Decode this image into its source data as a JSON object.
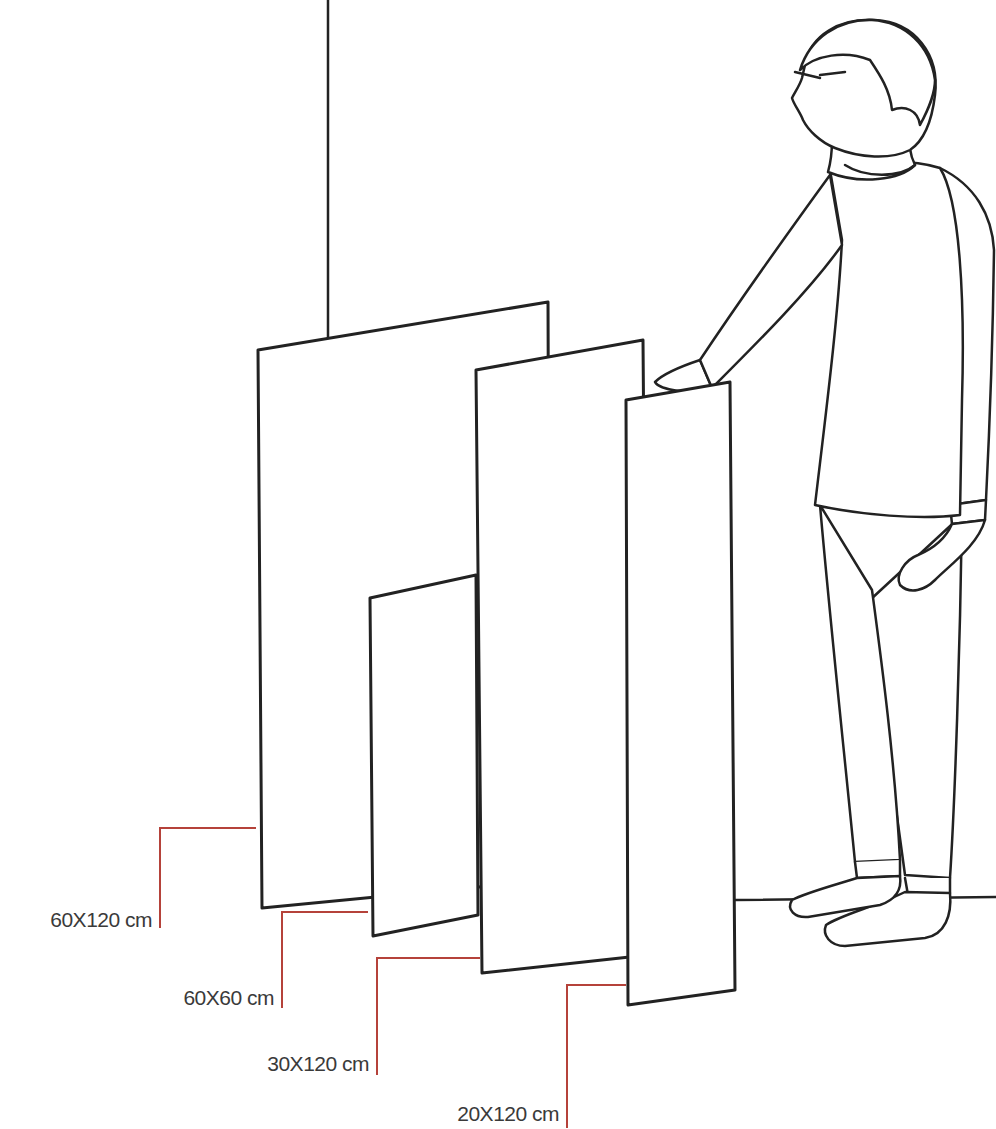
{
  "diagram": {
    "labels": [
      "60X120 cm",
      "60X60 cm",
      "30X120 cm",
      "20X120 cm"
    ]
  }
}
